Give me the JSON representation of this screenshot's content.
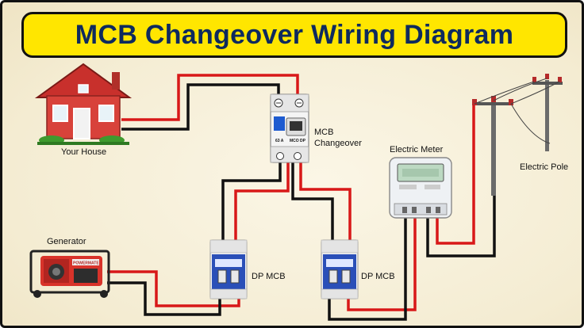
{
  "title": "MCB Changeover Wiring Diagram",
  "labels": {
    "house": "Your House",
    "changeover_line1": "MCB",
    "changeover_line2": "Changeover",
    "meter": "Electric Meter",
    "pole": "Electric Pole",
    "generator": "Generator",
    "dp_mcb_1": "DP MCB",
    "dp_mcb_2": "DP MCB"
  },
  "device_text": {
    "changeover_rating": "63 A",
    "changeover_type": "MCO DP",
    "generator_brand": "POWERMATE"
  },
  "colors": {
    "phase_wire": "#d81818",
    "neutral_wire": "#111111",
    "title_bg": "#ffe600",
    "title_text": "#0e2a5e",
    "mcb_blue": "#2a4fb8"
  }
}
